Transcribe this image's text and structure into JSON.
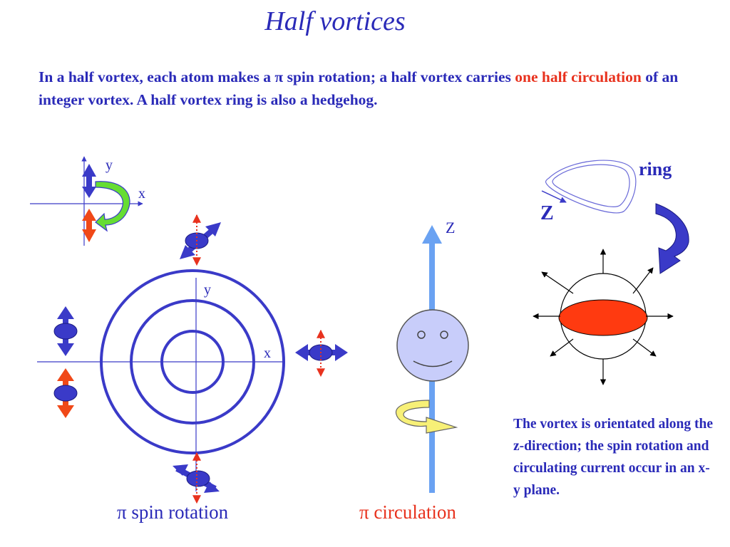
{
  "title": "Half vortices",
  "intro": {
    "part1": "In a half vortex, each atom makes a π spin rotation;  a half vortex carries ",
    "highlight": "one half circulation",
    "part2": " of an integer vortex. A half vortex ring is also a hedgehog."
  },
  "axes_small": {
    "x": "x",
    "y": "y"
  },
  "axes_main": {
    "x": "x",
    "y": "y"
  },
  "z_axis_label": "Z",
  "ring_label": "ring",
  "ring_axis_label": "Z",
  "caption_spin": "π spin rotation",
  "caption_circulation": "π circulation",
  "note": "The vortex is orientated along the z-direction; the spin rotation and circulating current occur in an x-y plane.",
  "colors": {
    "text_blue": "#2a2ab8",
    "highlight_red": "#e8321e",
    "arrow_blue": "#3a3ac8",
    "arrow_red": "#f04818",
    "z_axis": "#6aa2f2",
    "face": "#c8cdfa",
    "green_arrow": "#66dd33",
    "yellow_arrow": "#f7f077",
    "ellipse_red": "#ff3a10"
  }
}
